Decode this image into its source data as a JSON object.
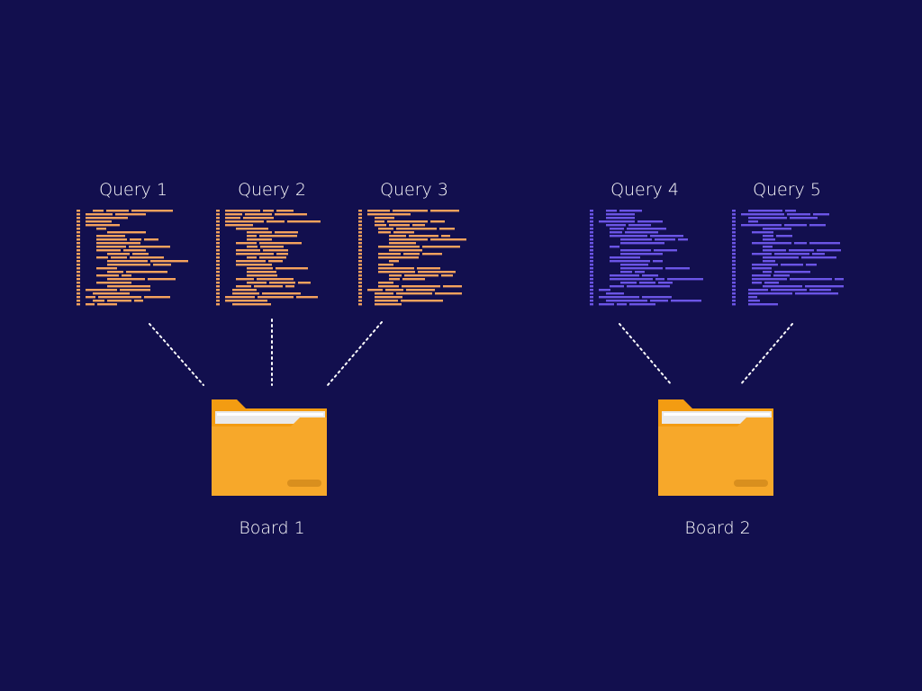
{
  "background": "#120f4e",
  "colors": {
    "orange_code": "#f5a25d",
    "purple_code": "#6b55e6",
    "label_text": "#ffffff",
    "connector": "#ffffff",
    "folder_main": "#f7a82a",
    "folder_back": "#f39c12",
    "folder_tab_handle": "#d98f1e",
    "paper": "#e9e9ea"
  },
  "boards": [
    {
      "label": "Board 1",
      "icon": "folder-icon",
      "queries": [
        {
          "label": "Query 1",
          "icon": "code-lines-icon",
          "color": "orange"
        },
        {
          "label": "Query 2",
          "icon": "code-lines-icon",
          "color": "orange"
        },
        {
          "label": "Query 3",
          "icon": "code-lines-icon",
          "color": "orange"
        }
      ]
    },
    {
      "label": "Board 2",
      "icon": "folder-icon",
      "queries": [
        {
          "label": "Query 4",
          "icon": "code-lines-icon",
          "color": "purple"
        },
        {
          "label": "Query 5",
          "icon": "code-lines-icon",
          "color": "purple"
        }
      ]
    }
  ]
}
